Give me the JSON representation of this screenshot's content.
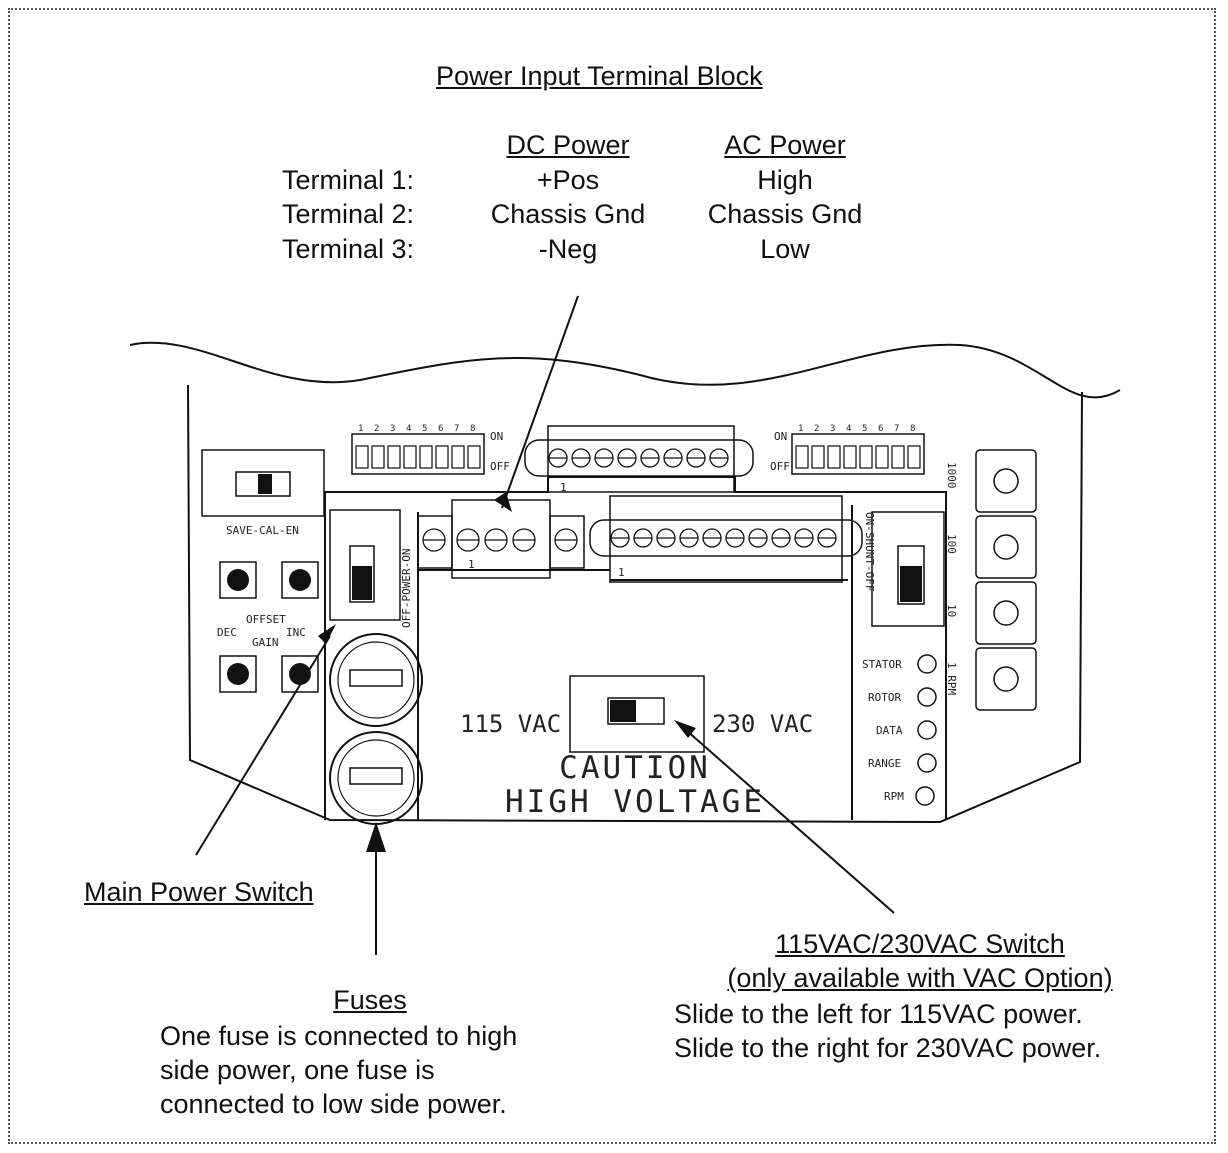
{
  "title": "Power Input Terminal Block",
  "terminal_table": {
    "headers": {
      "dc": "DC Power",
      "ac": "AC Power"
    },
    "rows": [
      {
        "label": "Terminal 1:",
        "dc": "+Pos",
        "ac": "High"
      },
      {
        "label": "Terminal 2:",
        "dc": "Chassis Gnd",
        "ac": "Chassis Gnd"
      },
      {
        "label": "Terminal 3:",
        "dc": "-Neg",
        "ac": "Low"
      }
    ]
  },
  "board": {
    "dip_on": "ON",
    "dip_off": "OFF",
    "dip_numbers": [
      "1",
      "2",
      "3",
      "4",
      "5",
      "6",
      "7",
      "8"
    ],
    "save_cal_label": "SAVE-CAL-EN",
    "offset_label": "OFFSET",
    "gain_label": "GAIN",
    "dec_label": "DEC",
    "inc_label": "INC",
    "power_switch_label": "OFF-POWER-ON",
    "shunt_switch_label": "ON-SHUNT-OFF",
    "vac_left": "115 VAC",
    "vac_right": "230 VAC",
    "caution_line1": "CAUTION",
    "caution_line2": "HIGH VOLTAGE",
    "leds": [
      "STATOR",
      "ROTOR",
      "DATA",
      "RANGE",
      "RPM"
    ],
    "dial_labels": [
      "1000",
      "100",
      "10",
      "1 RPM"
    ],
    "terminal_mark": "1"
  },
  "callouts": {
    "main_power": "Main Power Switch",
    "fuses_title": "Fuses",
    "fuses_text": [
      "One fuse is connected to high",
      "side power, one fuse is",
      "connected to low side power."
    ],
    "switch_title": "115VAC/230VAC Switch",
    "switch_subtitle": "(only available with VAC Option)",
    "switch_text": [
      "Slide to the left for 115VAC power.",
      "Slide to the right for 230VAC power."
    ]
  }
}
